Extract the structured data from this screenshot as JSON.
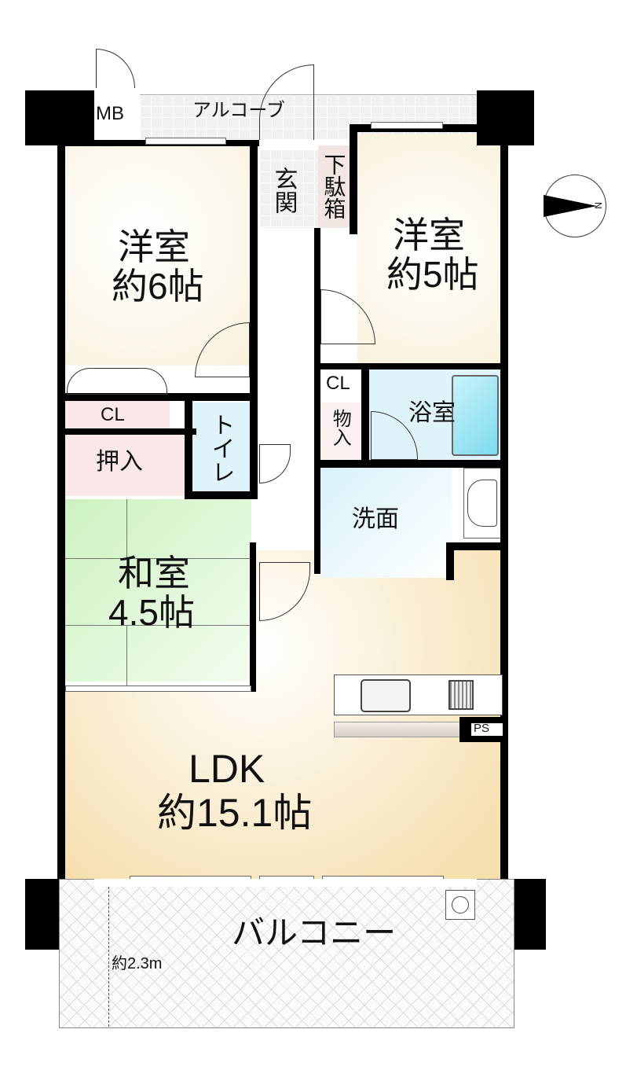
{
  "rooms": {
    "western_6": {
      "name": "洋室",
      "size": "約6帖"
    },
    "western_5": {
      "name": "洋室",
      "size": "約5帖"
    },
    "japanese": {
      "name": "和室",
      "size": "4.5帖"
    },
    "ldk": {
      "name": "LDK",
      "size": "約15.1帖"
    },
    "entrance": "玄関",
    "shoe_box": "下駄箱",
    "alcove": "アルコーブ",
    "mb": "MB",
    "closet_left": "CL",
    "closet_right": "CL",
    "oshiire": "押入",
    "toilet": "トイレ",
    "storage": "物入",
    "bath": "浴室",
    "washroom": "洗面",
    "ps": "PS",
    "balcony": "バルコニー",
    "balcony_depth": "約2.3m"
  },
  "compass": {
    "label": "N"
  },
  "colors": {
    "cream": "#fbf6e8",
    "ldk": "#f8e6bd",
    "green": "#d9f5cf",
    "blue": "#dff4fa",
    "pink": "#fbe7e7",
    "tub": "#8fe0f0"
  }
}
